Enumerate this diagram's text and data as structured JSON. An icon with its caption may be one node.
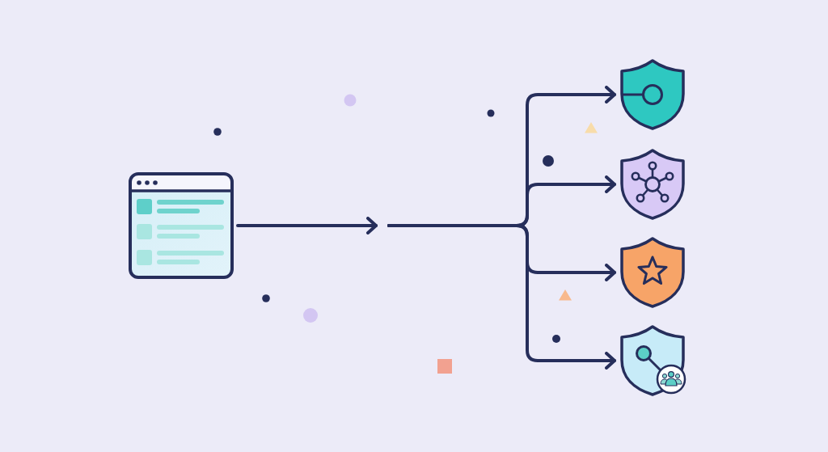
{
  "diagram": {
    "nodes": [
      {
        "text": [],
        "shape": "picture"
      },
      {
        "text": [],
        "shape": "picture"
      },
      {
        "text": [],
        "shape": "picture"
      },
      {
        "text": [],
        "shape": "picture"
      },
      {
        "text": [],
        "shape": "picture"
      }
    ],
    "edges": [
      {
        "from": 0,
        "to": null,
        "arrow": "to"
      },
      {
        "from": null,
        "to": 1,
        "arrow": "to"
      },
      {
        "from": null,
        "to": 2,
        "arrow": "to"
      },
      {
        "from": null,
        "to": 3,
        "arrow": "to"
      },
      {
        "from": null,
        "to": 4,
        "arrow": "to"
      }
    ]
  }
}
